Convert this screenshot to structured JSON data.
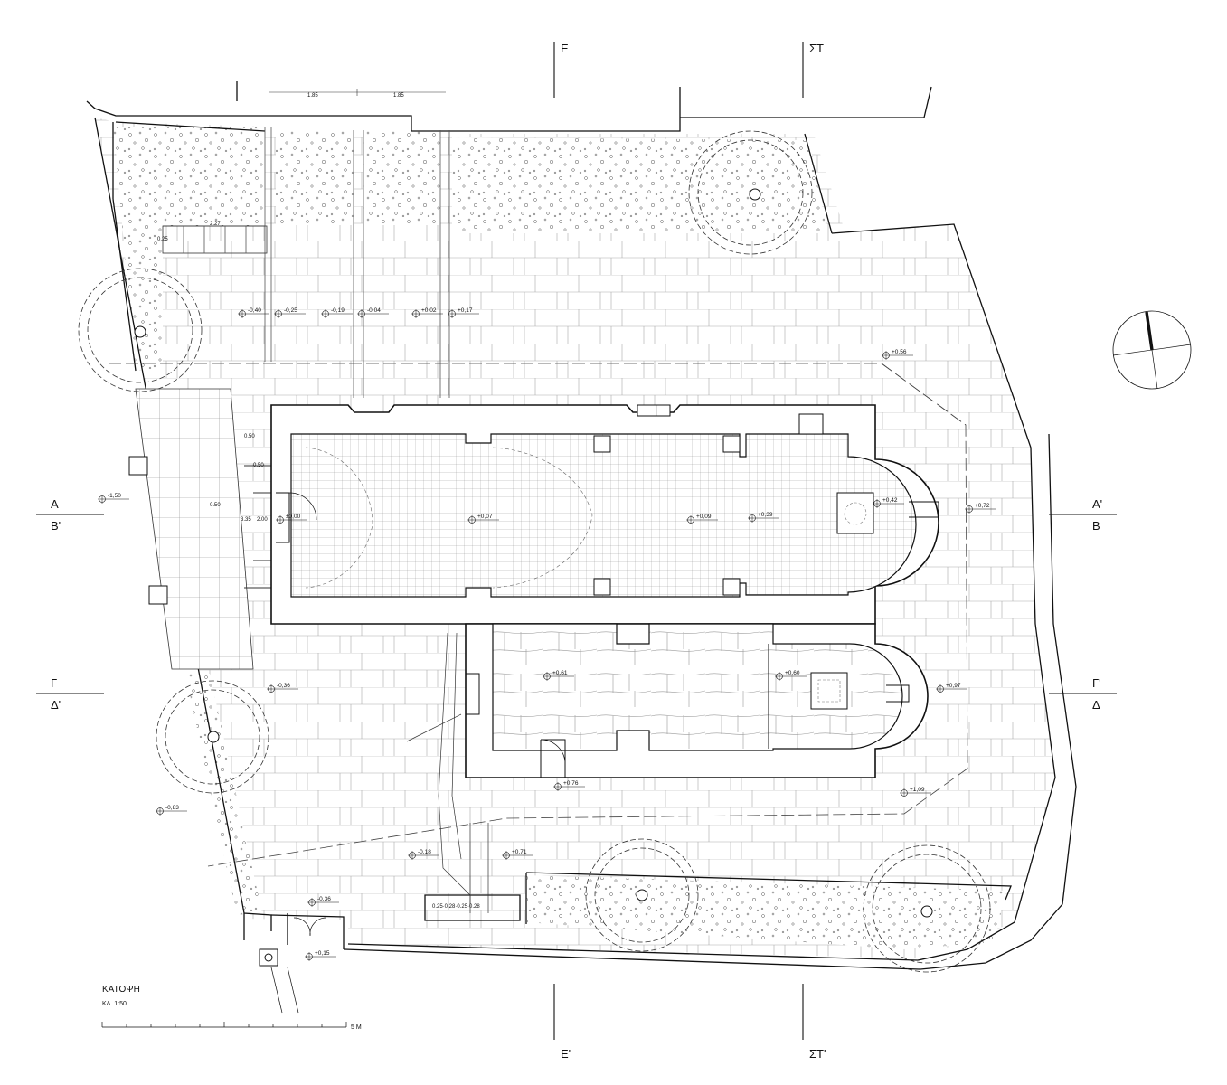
{
  "title": "ΚΑΤΟΨΗ",
  "scale_text": "ΚΛ. 1:50",
  "scale_bar_label": "5 M",
  "section_markers": {
    "A": "A",
    "A_prime": "A'",
    "B": "B",
    "B_prime": "B'",
    "G": "Γ",
    "G_prime": "Γ'",
    "D": "Δ",
    "D_prime": "Δ'",
    "E": "E",
    "E_prime": "E'",
    "ST": "ΣΤ",
    "ST_prime": "ΣΤ'"
  },
  "levels": [
    "-0,40",
    "-0,25",
    "-0,19",
    "-0,04",
    "+0,02",
    "+0,17",
    "+0,56",
    "-1,50",
    "±0,00",
    "+0,07",
    "+0,09",
    "+0,39",
    "+0,42",
    "+0,72",
    "-0,36",
    "+0,61",
    "+0,60",
    "+0,97",
    "+0,76",
    "+1,09",
    "-0,83",
    "-0,18",
    "+0,71",
    "-0,36",
    "+0,15"
  ],
  "dimensions": [
    "1.85",
    "1.85",
    "2.27",
    "0.50",
    "0.50",
    "0.50",
    "3.35",
    "2.00",
    "0.25",
    "0.25·0.28·0.25·0.28"
  ],
  "colors": {
    "ink": "#111111",
    "hatch": "#9a9a9a",
    "background": "#ffffff"
  }
}
